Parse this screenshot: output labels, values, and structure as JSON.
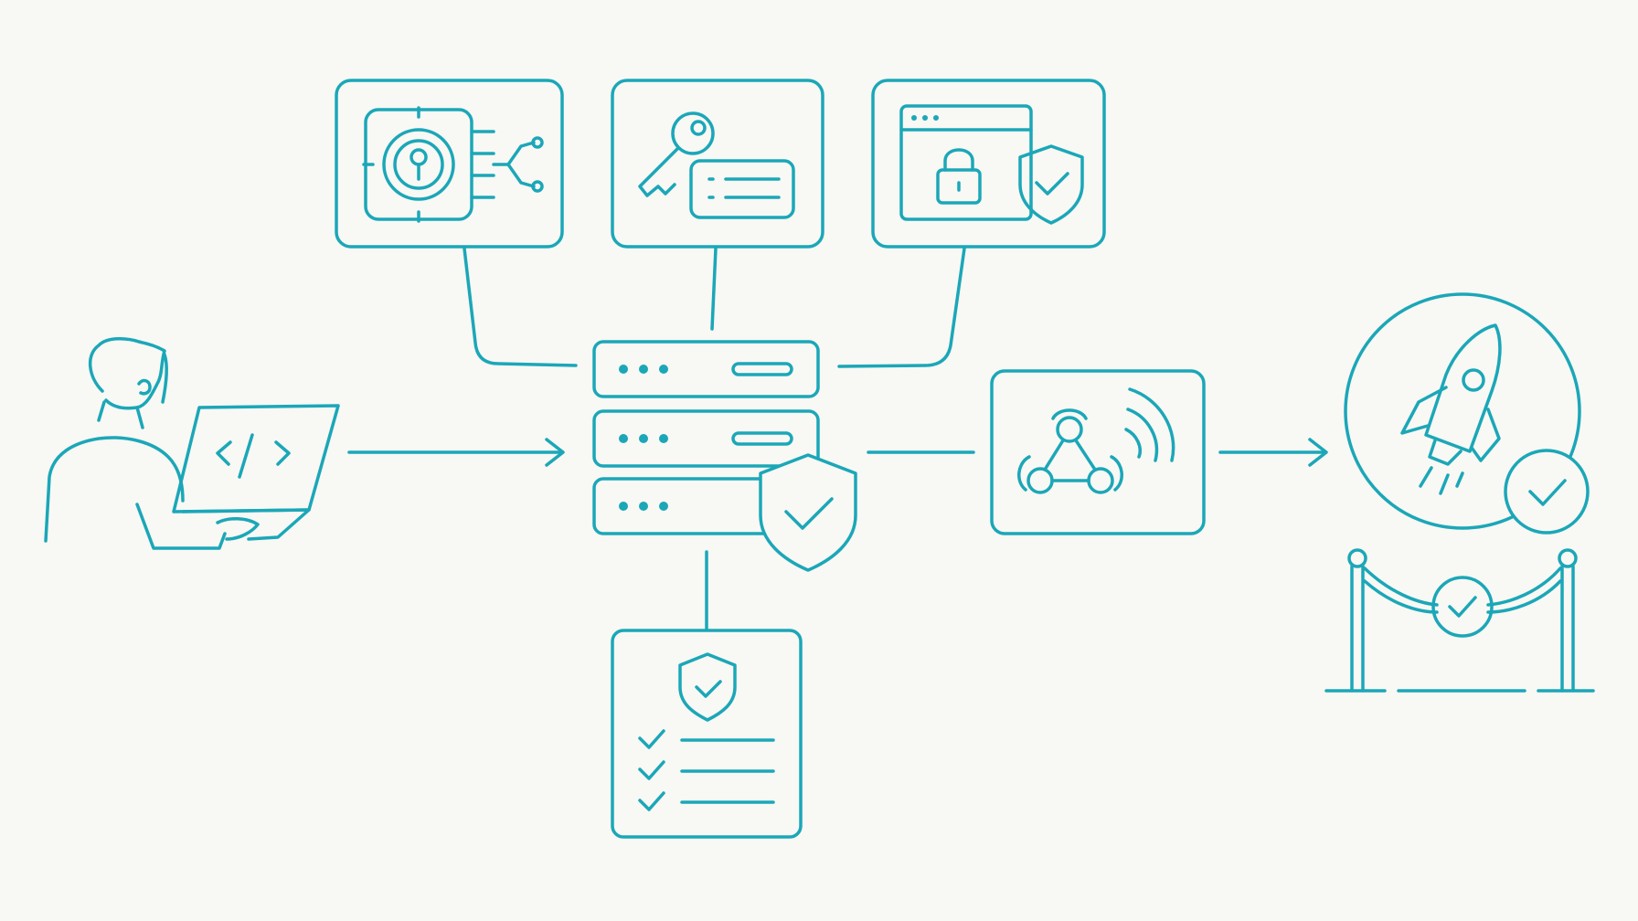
{
  "diagram": {
    "stroke_color": "#1ba7b8",
    "background": "#f8f8f4",
    "nodes": [
      {
        "id": "developer",
        "icon": "developer-laptop-icon"
      },
      {
        "id": "secrets-vault",
        "icon": "vault-keyhole-icon"
      },
      {
        "id": "api-keys",
        "icon": "key-card-icon"
      },
      {
        "id": "secure-web",
        "icon": "browser-lock-shield-icon"
      },
      {
        "id": "secure-server",
        "icon": "server-shield-icon"
      },
      {
        "id": "compliance",
        "icon": "shield-checklist-icon"
      },
      {
        "id": "webhooks",
        "icon": "webhook-icon"
      },
      {
        "id": "launch",
        "icon": "rocket-check-icon"
      },
      {
        "id": "ribbon",
        "icon": "stanchion-rope-check-icon"
      }
    ],
    "edges": [
      {
        "from": "developer",
        "to": "secure-server",
        "arrow": true
      },
      {
        "from": "secrets-vault",
        "to": "secure-server",
        "arrow": false
      },
      {
        "from": "api-keys",
        "to": "secure-server",
        "arrow": false
      },
      {
        "from": "secure-web",
        "to": "secure-server",
        "arrow": false
      },
      {
        "from": "secure-server",
        "to": "compliance",
        "arrow": false
      },
      {
        "from": "secure-server",
        "to": "webhooks",
        "arrow": false
      },
      {
        "from": "webhooks",
        "to": "launch",
        "arrow": true
      }
    ]
  }
}
